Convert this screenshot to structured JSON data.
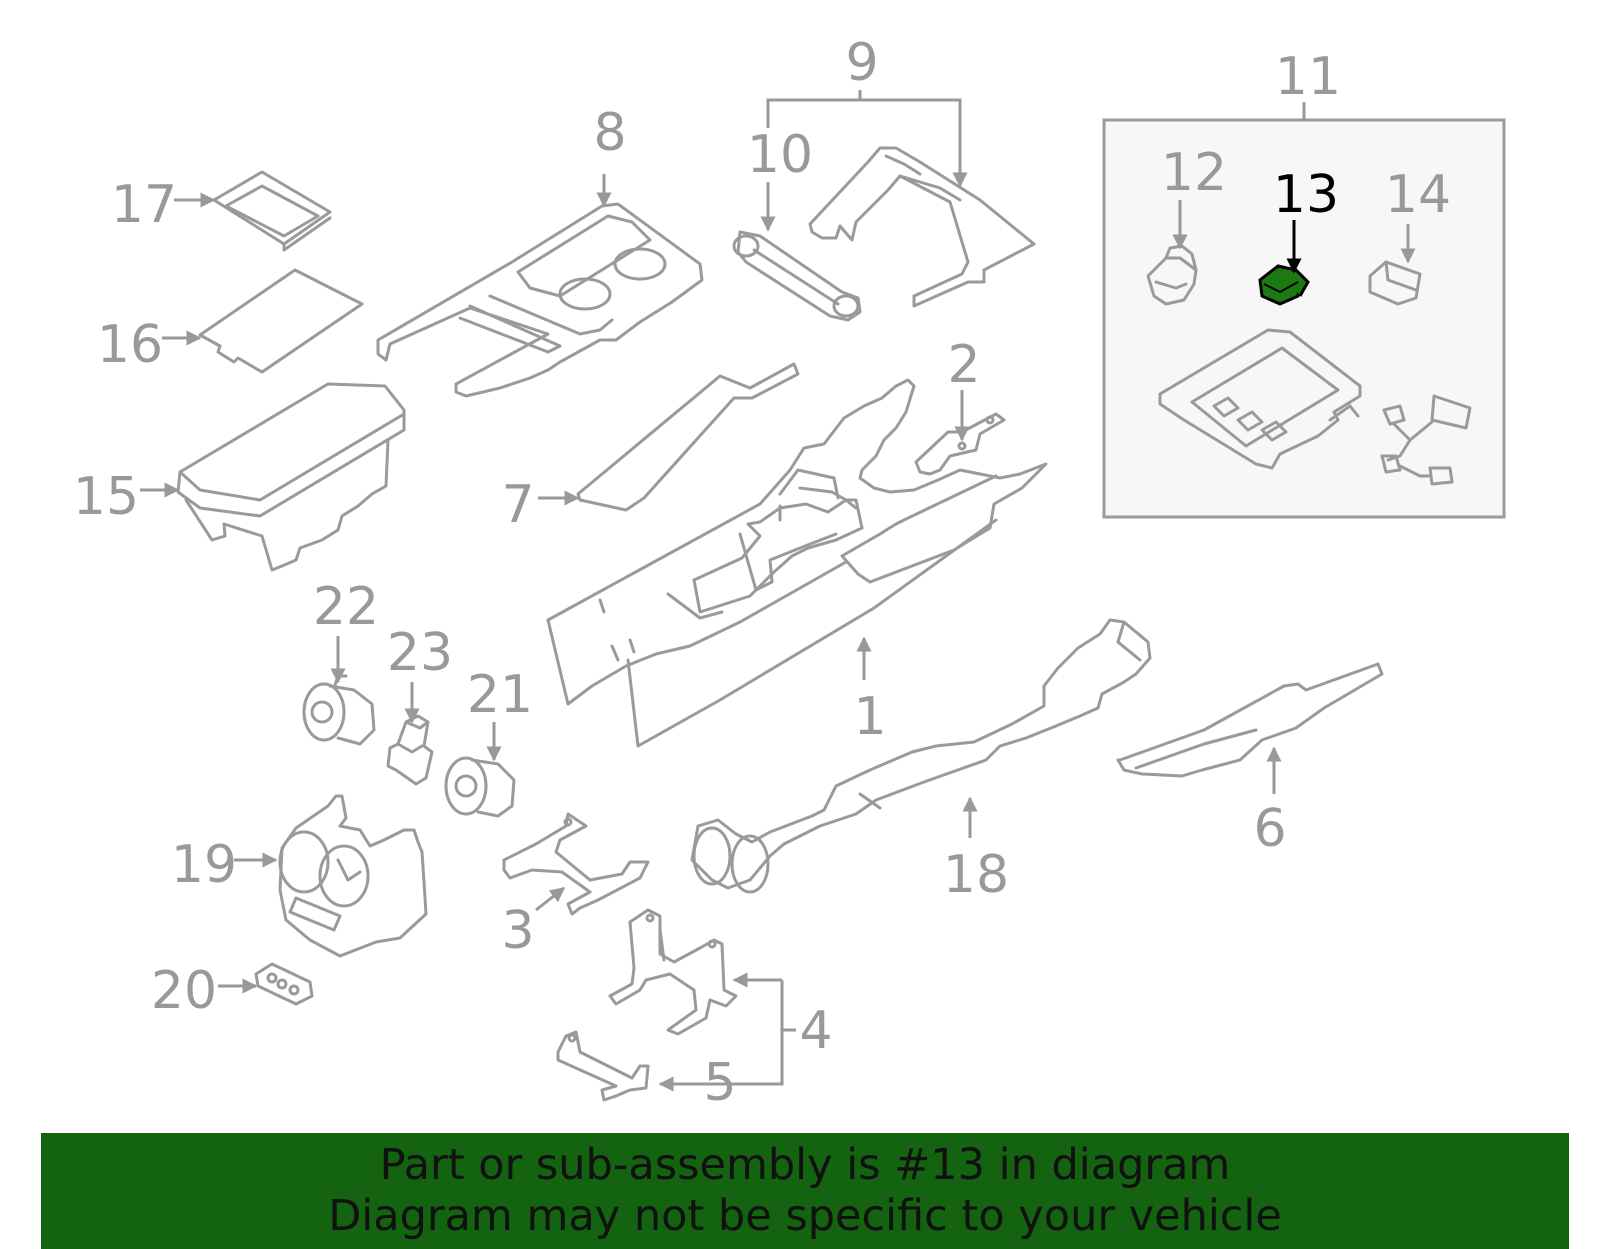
{
  "diagram": {
    "callouts": [
      "1",
      "2",
      "3",
      "4",
      "5",
      "6",
      "7",
      "8",
      "9",
      "10",
      "11",
      "12",
      "13",
      "14",
      "15",
      "16",
      "17",
      "18",
      "19",
      "20",
      "21",
      "22",
      "23"
    ],
    "highlighted_part": "13",
    "colors": {
      "line": "#9a9a9a",
      "highlight_fill": "#1d7a12",
      "banner": "#136311",
      "inset_bg": "#f7f7f7"
    }
  },
  "footer": {
    "line1": "Part or sub-assembly is #13 in diagram",
    "line2": "Diagram may not be specific to your vehicle"
  }
}
